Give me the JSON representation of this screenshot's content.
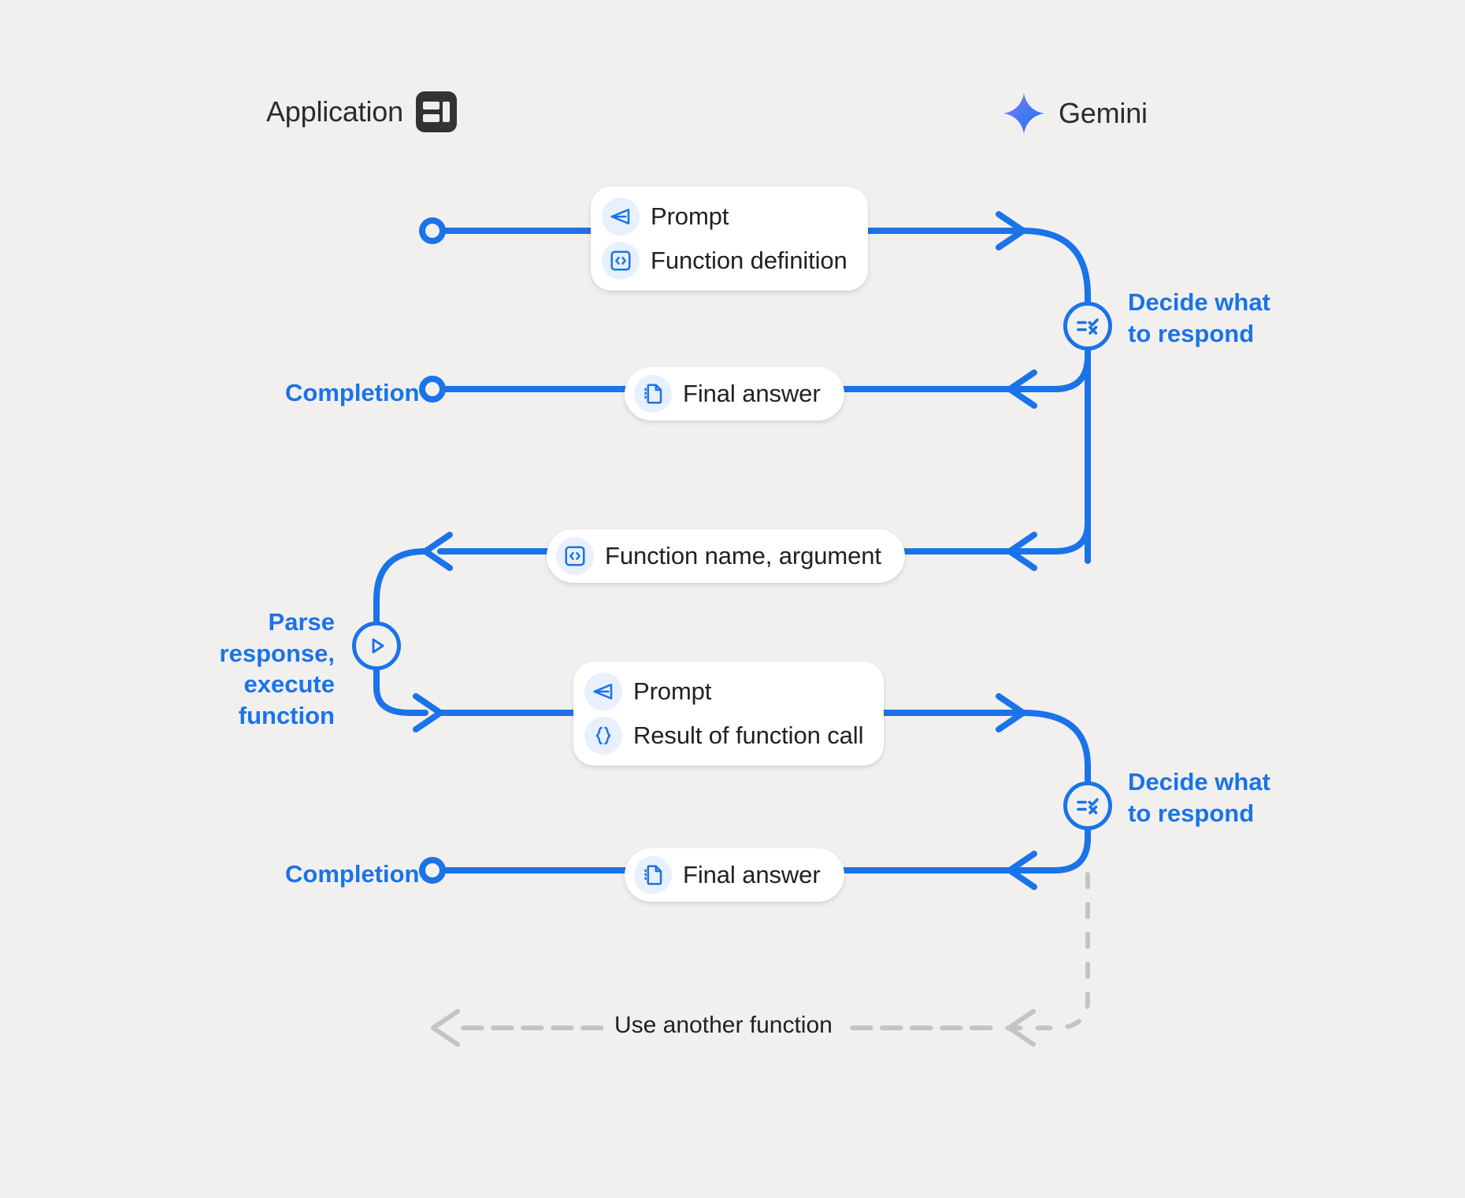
{
  "meta": {
    "background": "#f1f0ee",
    "accent": "#1a73e8",
    "text_dark": "#202124",
    "muted": "#c4c4c4"
  },
  "lanes": [
    {
      "id": "application",
      "title": "Application",
      "icon": "app-layout-icon"
    },
    {
      "id": "gemini",
      "title": "Gemini",
      "icon": "gemini-spark-icon"
    }
  ],
  "messages": [
    {
      "id": "prompt-function-definition",
      "rows": [
        {
          "icon": "send-triangle-icon",
          "label": "Prompt"
        },
        {
          "icon": "code-brackets-square-icon",
          "label": "Function definition"
        }
      ]
    },
    {
      "id": "final-answer-1",
      "rows": [
        {
          "icon": "document-icon",
          "label": "Final answer"
        }
      ]
    },
    {
      "id": "function-name-argument",
      "rows": [
        {
          "icon": "code-brackets-square-icon",
          "label": "Function name,  argument"
        }
      ]
    },
    {
      "id": "prompt-result-of-function-call",
      "rows": [
        {
          "icon": "send-triangle-icon",
          "label": "Prompt"
        },
        {
          "icon": "curly-braces-icon",
          "label": "Result of function call"
        }
      ]
    },
    {
      "id": "final-answer-2",
      "rows": [
        {
          "icon": "document-icon",
          "label": "Final answer"
        }
      ]
    }
  ],
  "annotations": {
    "completion_1": "Completion",
    "completion_2": "Completion",
    "decide_1": "Decide what\nto respond",
    "decide_2": "Decide what\nto respond",
    "parse_execute": "Parse response,\nexecute function",
    "loop_back": "Use another function"
  },
  "nodes": {
    "decide_icon": "checklist-decision-icon",
    "execute_icon": "play-triangle-icon",
    "start_icon": "open-circle-node"
  }
}
